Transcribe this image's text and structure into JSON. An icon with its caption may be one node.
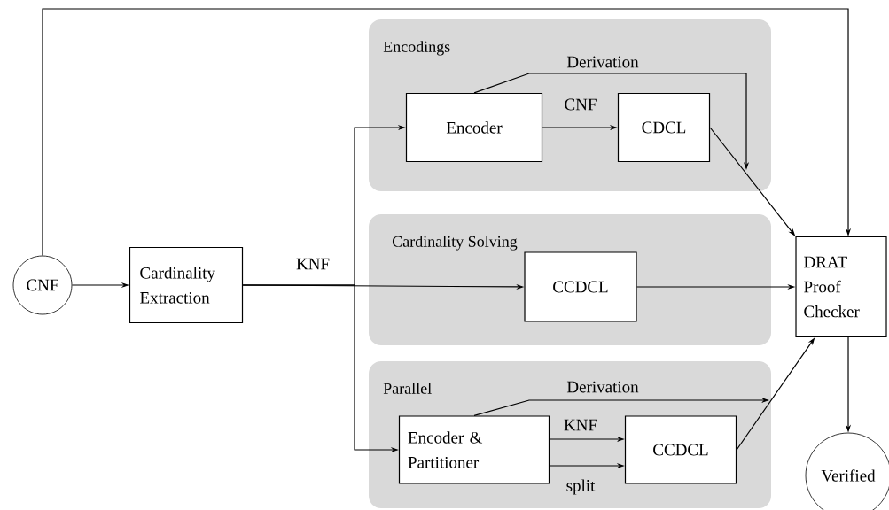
{
  "diagram": {
    "nodes": [
      {
        "text": [
          "CNF"
        ]
      },
      {
        "text": [
          "Cardinality Extraction"
        ]
      },
      {
        "text": [
          "Encodings"
        ]
      },
      {
        "text": [
          "Encoder"
        ],
        "in": 2
      },
      {
        "text": [
          "CDCL"
        ],
        "in": 2
      },
      {
        "text": [
          "Cardinality Solving"
        ]
      },
      {
        "text": [
          "CCDCL"
        ],
        "in": 5
      },
      {
        "text": [
          "Parallel"
        ]
      },
      {
        "text": [
          "Encoder & Partitioner"
        ],
        "in": 7
      },
      {
        "text": [
          "CCDCL"
        ],
        "in": 7
      },
      {
        "text": [
          "DRAT Proof Checker"
        ]
      },
      {
        "text": [
          "Verified"
        ]
      }
    ],
    "edges": [
      {
        "from": 0,
        "to": 1,
        "arrow": "to"
      },
      {
        "from": 0,
        "to": 10,
        "arrow": "to"
      },
      {
        "from": 1,
        "to": 3,
        "arrow": "to"
      },
      {
        "from": 1,
        "to": 6,
        "arrow": "to",
        "label": "KNF"
      },
      {
        "from": 1,
        "to": 8,
        "arrow": "to"
      },
      {
        "from": 3,
        "to": 4,
        "arrow": "to",
        "label": "CNF"
      },
      {
        "from": 3,
        "to": null,
        "arrow": "to",
        "label": "Derivation"
      },
      {
        "from": 4,
        "to": 10,
        "arrow": "to"
      },
      {
        "from": 6,
        "to": 10,
        "arrow": "to"
      },
      {
        "from": 8,
        "to": 9,
        "arrow": "to",
        "label": "KNF"
      },
      {
        "from": 8,
        "to": 9,
        "arrow": "to",
        "label": "split"
      },
      {
        "from": 8,
        "to": null,
        "arrow": "to",
        "label": "Derivation"
      },
      {
        "from": 9,
        "to": 10,
        "arrow": "to"
      },
      {
        "from": 10,
        "to": 11,
        "arrow": "to"
      }
    ]
  }
}
